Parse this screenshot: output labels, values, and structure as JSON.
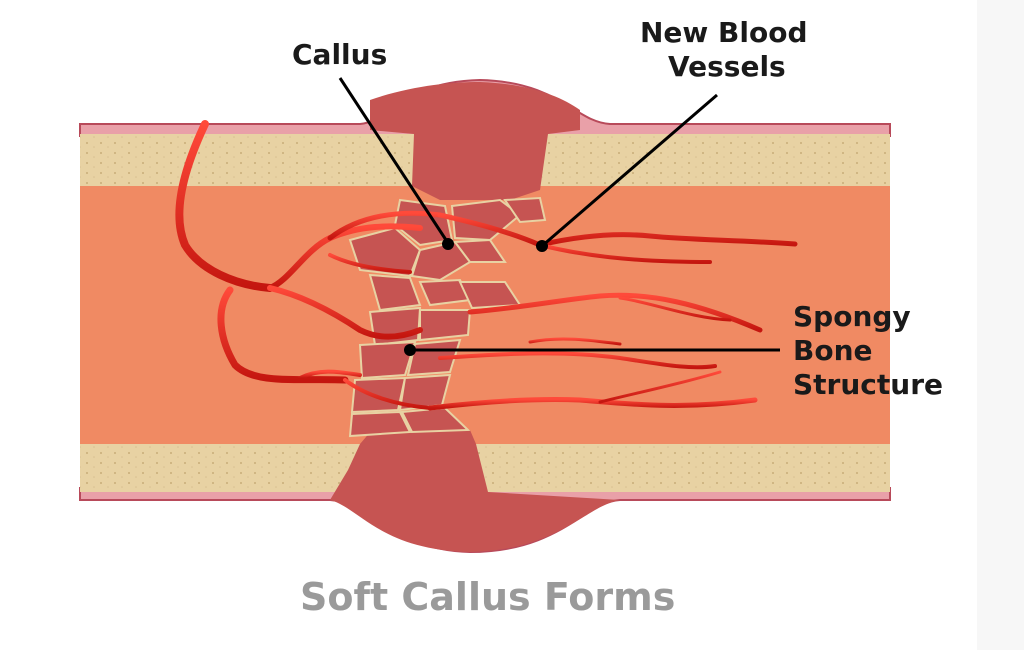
{
  "labels": {
    "callus": "Callus",
    "new_blood_vessels_line1": "New Blood",
    "new_blood_vessels_line2": "Vessels",
    "spongy_line1": "Spongy",
    "spongy_line2": "Bone",
    "spongy_line3": "Structure"
  },
  "caption": "Soft Callus Forms",
  "colors": {
    "marrow": "#f08a63",
    "cortical_bone": "#e8d2a3",
    "periosteum": "#e9a0a8",
    "callus": "#c65452",
    "vessel": "#e0261e",
    "pointer": "#000000",
    "caption": "#9a9a9a"
  }
}
